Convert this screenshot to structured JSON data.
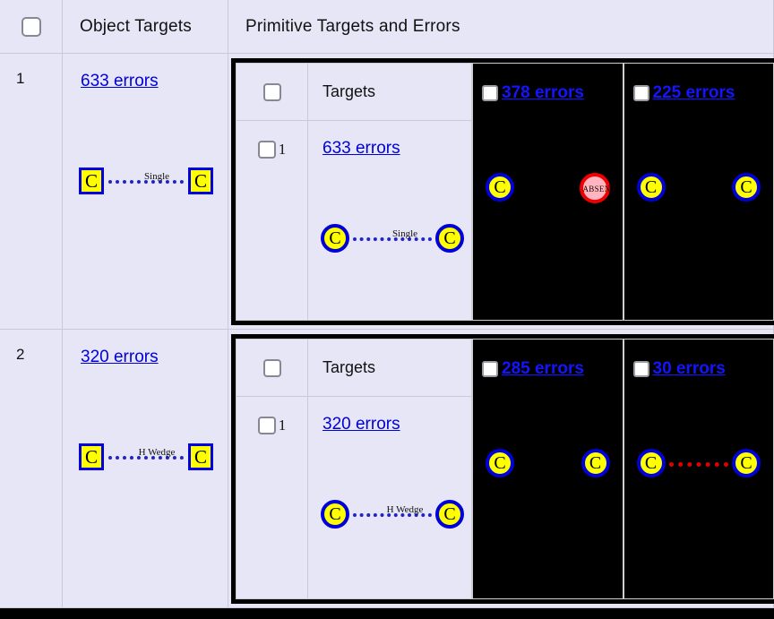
{
  "header": {
    "select_all_checkbox": "checkbox",
    "object_targets_label": "Object Targets",
    "primitive_label": "Primitive Targets and Errors"
  },
  "inner_header": {
    "select_all_checkbox": "checkbox",
    "targets_label": "Targets"
  },
  "atom_label": "C",
  "absent_label": "ABSENT",
  "rows": [
    {
      "index": "1",
      "object_errors": "633 errors",
      "object_bond_label": "Single",
      "primitive": {
        "index": "1",
        "errors": "633 errors",
        "bond_label": "Single"
      },
      "panels": [
        {
          "errors": "378 errors",
          "left_atom": "C",
          "right_atom": "ABSENT",
          "right_kind": "absent",
          "bond": "none"
        },
        {
          "errors": "225 errors",
          "left_atom": "C",
          "right_atom": "C",
          "right_kind": "atom",
          "bond": "none"
        }
      ]
    },
    {
      "index": "2",
      "object_errors": "320 errors",
      "object_bond_label": "H Wedge",
      "primitive": {
        "index": "1",
        "errors": "320 errors",
        "bond_label": "H Wedge"
      },
      "panels": [
        {
          "errors": "285 errors",
          "left_atom": "C",
          "right_atom": "C",
          "right_kind": "atom",
          "bond": "none"
        },
        {
          "errors": "30 errors",
          "left_atom": "C",
          "right_atom": "C",
          "right_kind": "atom",
          "bond": "red-dotted"
        }
      ]
    }
  ],
  "colors": {
    "cell_background": "#e6e6f7",
    "panel_background": "#000000",
    "link": "#0000d8",
    "panel_link": "#1414ff",
    "atom_fill": "#ffff00",
    "atom_border": "#0000d8",
    "bond": "#2222cc",
    "error_bond": "#e00000",
    "absent_fill": "#ffb6c1",
    "absent_border": "#f00000"
  }
}
